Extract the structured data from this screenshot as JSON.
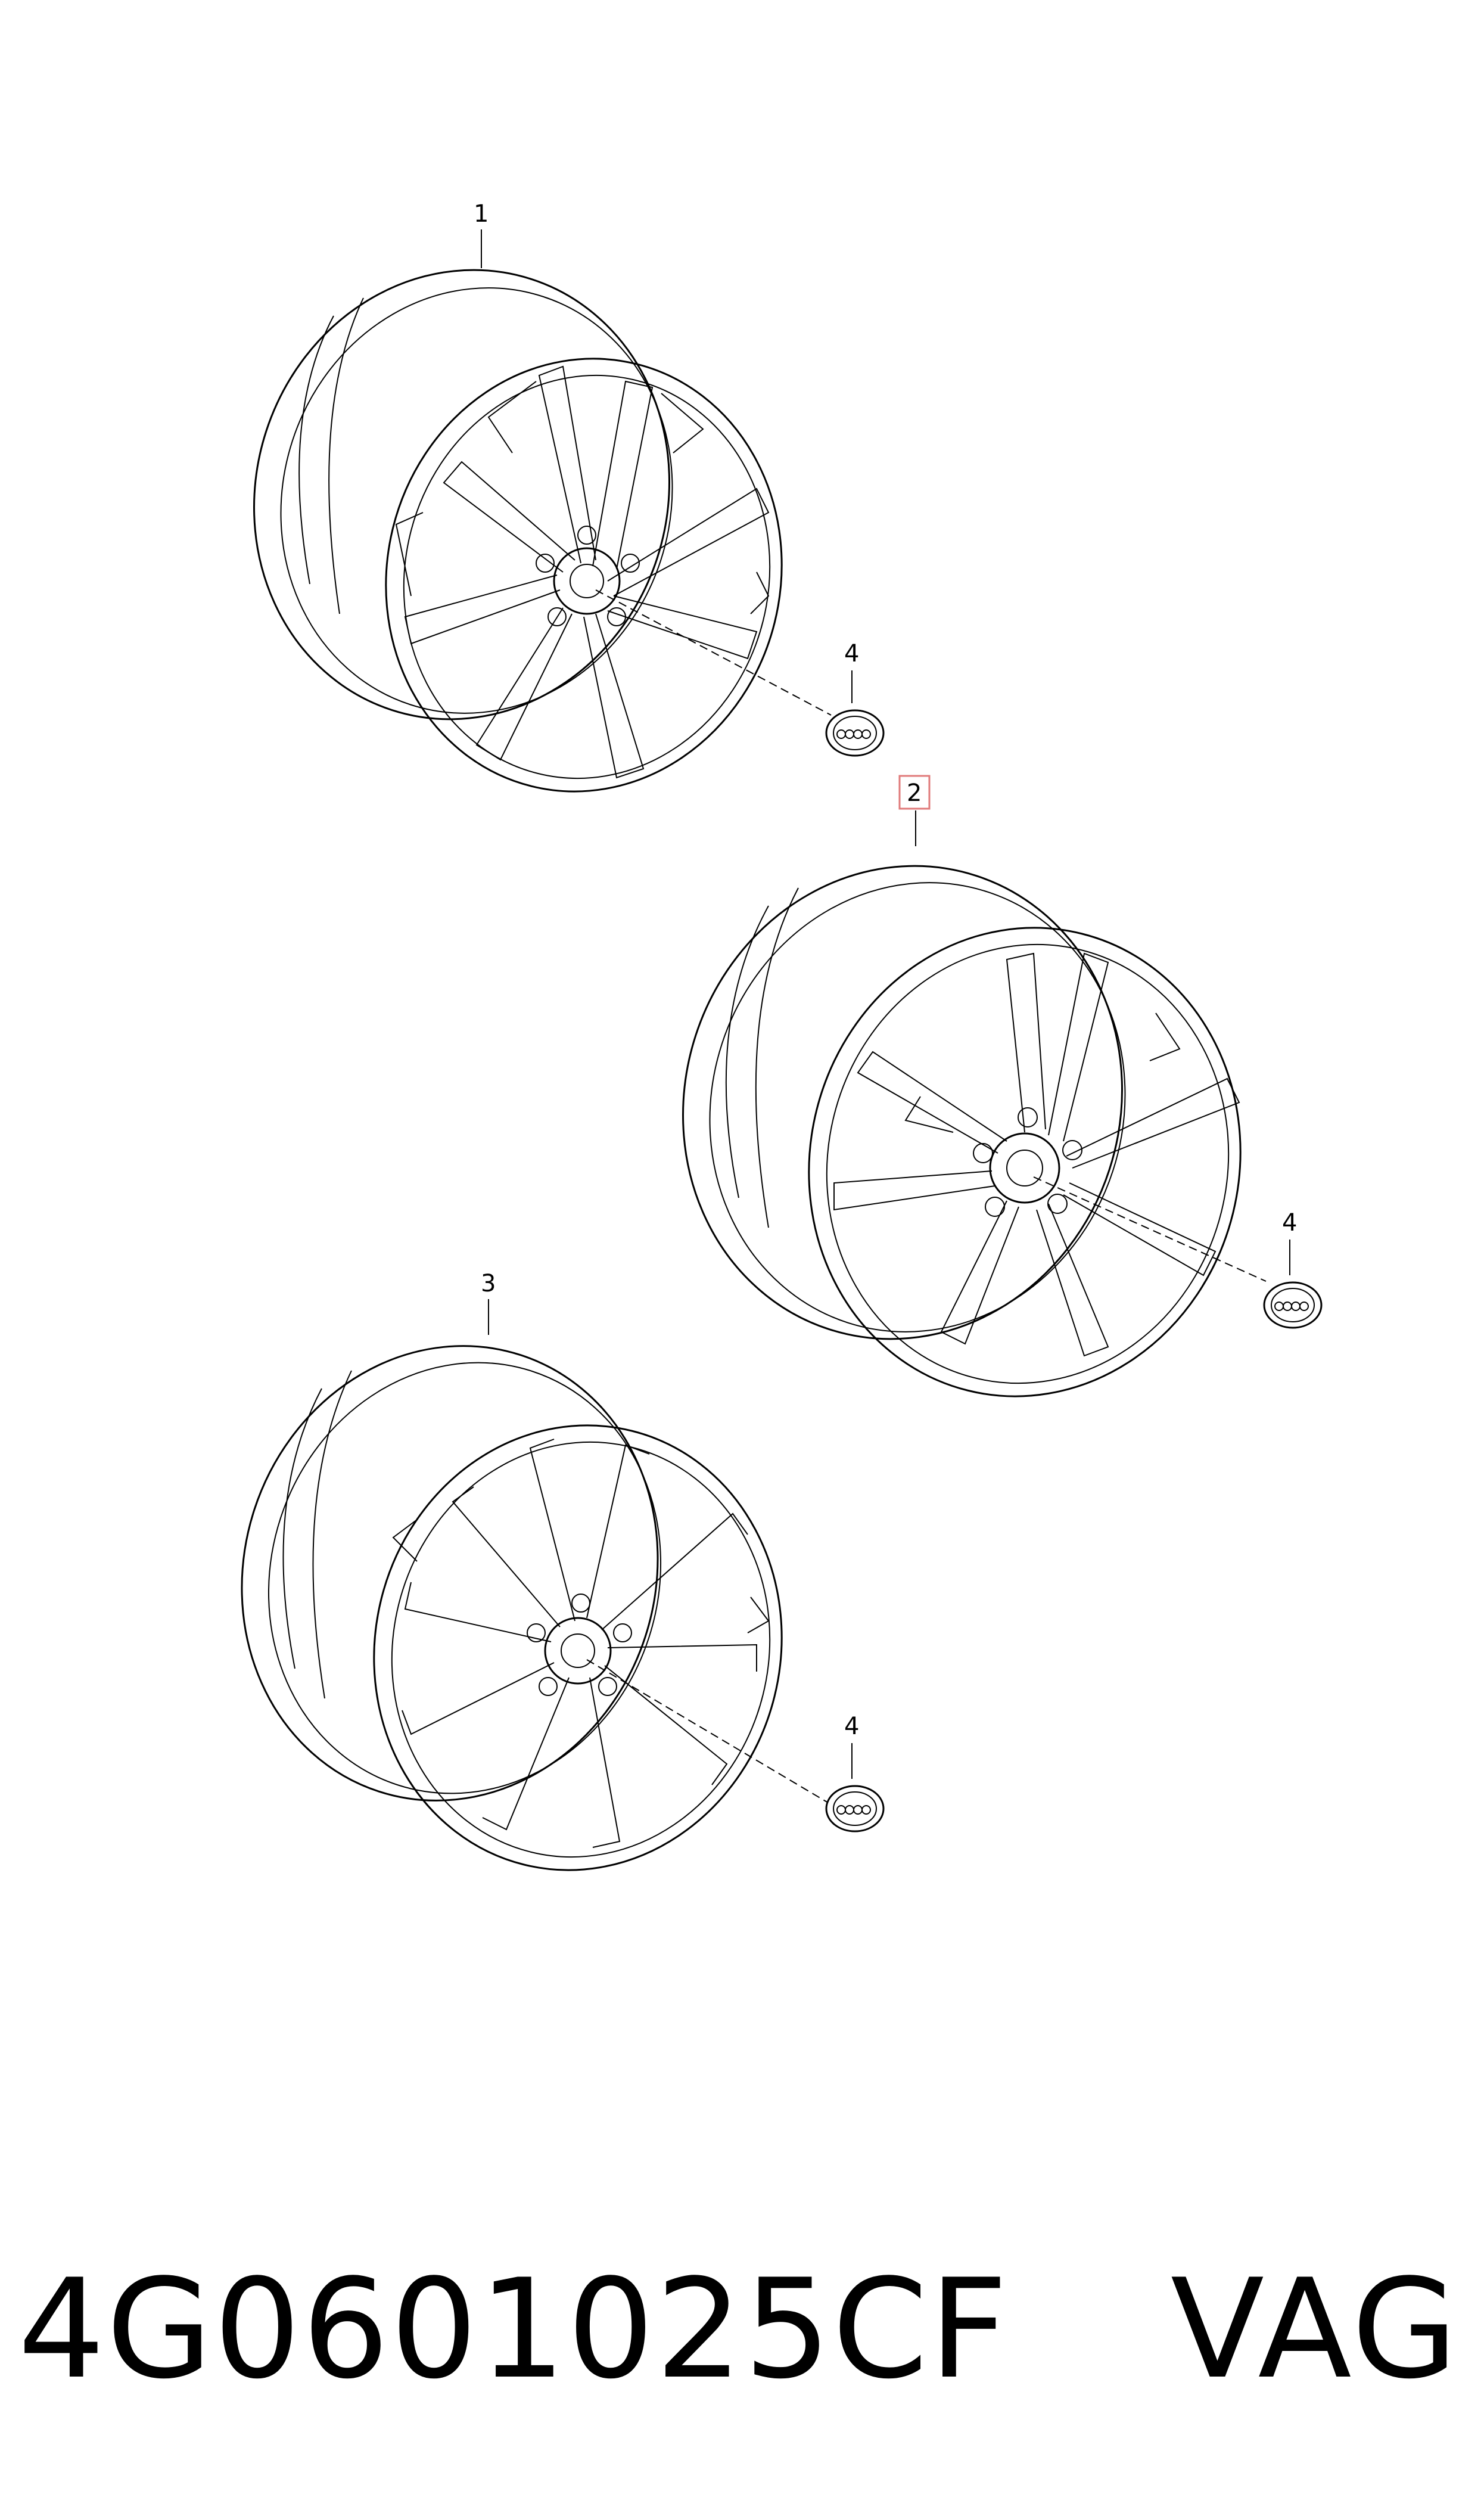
{
  "callouts": {
    "wheel_1": "1",
    "wheel_2": "2",
    "wheel_3": "3",
    "cap_1": "4",
    "cap_2": "4",
    "cap_3": "4"
  },
  "highlighted_callout": "2",
  "footer": {
    "part_number": "4G0601025CF",
    "brand": "VAG"
  },
  "colors": {
    "line": "#000000",
    "highlight_box": "#e07a7a",
    "background": "#ffffff"
  }
}
